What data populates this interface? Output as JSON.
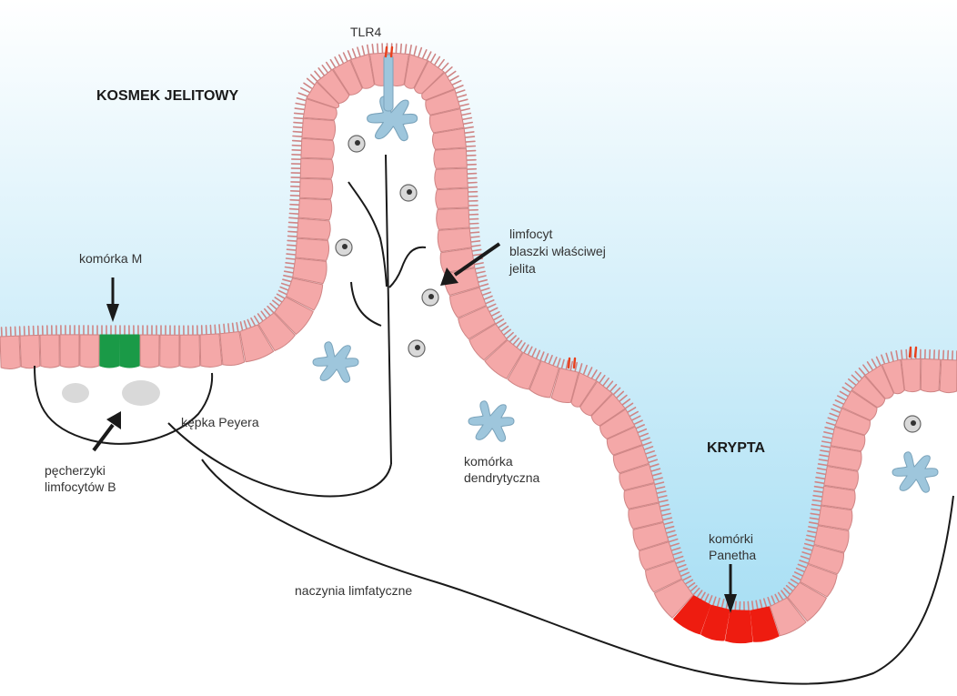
{
  "labels": {
    "villus": "KOSMEK JELITOWY",
    "tlr4": "TLR4",
    "m_cell": "komórka M",
    "b_vesicles_1": "pęcherzyki",
    "b_vesicles_2": "limfocytów B",
    "peyer": "kępka Peyera",
    "lymphocyte_1": "limfocyt",
    "lymphocyte_2": "blaszki właściwej",
    "lymphocyte_3": "jelita",
    "dendritic_1": "komórka",
    "dendritic_2": "dendrytyczna",
    "crypt": "KRYPTA",
    "paneth_1": "komórki",
    "paneth_2": "Panetha",
    "lymphatic": "naczynia limfatyczne"
  },
  "colors": {
    "lumen_top": "#ffffff",
    "lumen_bottom": "#a9dff4",
    "epithelium": "#f4a8a8",
    "epithelium_edge": "#cf8585",
    "m_cell": "#1a9a47",
    "paneth": "#ee1c10",
    "dendritic": "#9ec6dc",
    "lymphocyte": "#d9d9d9",
    "follicle": "#d9d9d9",
    "line": "#1a1a1a",
    "tlr4": "#e8401c"
  }
}
